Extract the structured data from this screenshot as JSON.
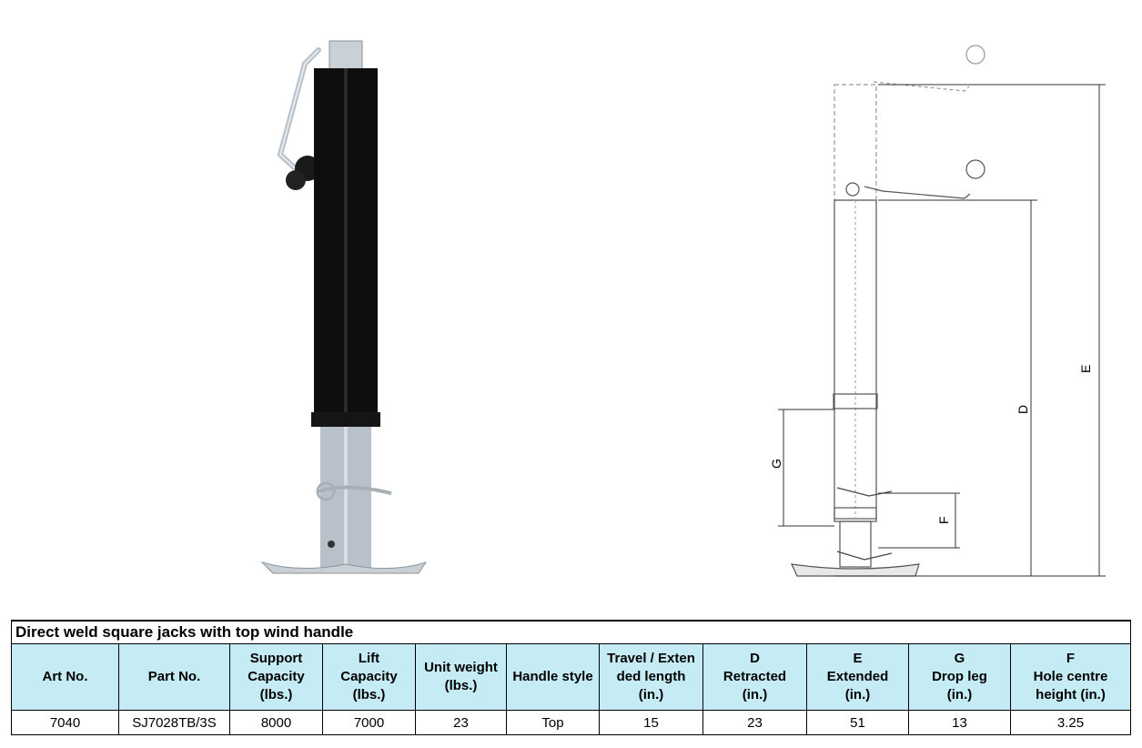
{
  "product_photo": {
    "alt_icon": "square-jack-photo"
  },
  "dimension_drawing": {
    "labels": {
      "e": "E",
      "d": "D",
      "g": "G",
      "f": "F"
    }
  },
  "table": {
    "title": "Direct weld square jacks with top wind handle",
    "headers": [
      "Art No.",
      "Part  No.",
      "Support\nCapacity\n(lbs.)",
      "Lift\nCapacity\n(lbs.)",
      "Unit weight\n(lbs.)",
      "Handle style",
      "Travel / Exten\nded length\n(in.)",
      "D\nRetracted\n(in.)",
      "E\nExtended\n(in.)",
      "G\nDrop leg\n(in.)",
      "F\nHole centre\nheight (in.)"
    ],
    "rows": [
      [
        "7040",
        "SJ7028TB/3S",
        "8000",
        "7000",
        "23",
        "Top",
        "15",
        "23",
        "51",
        "13",
        "3.25"
      ]
    ]
  }
}
